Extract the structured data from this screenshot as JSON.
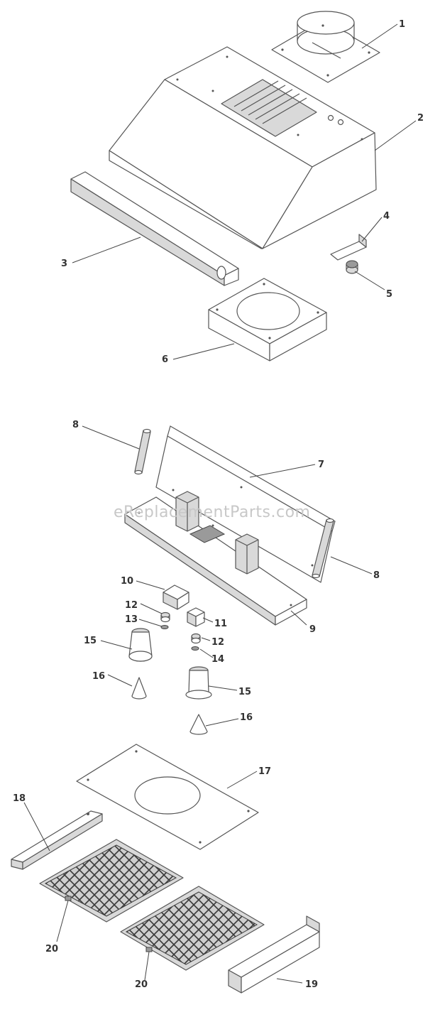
{
  "watermark": "eReplacementParts.com",
  "callouts": {
    "c1": "1",
    "c2": "2",
    "c3": "3",
    "c4": "4",
    "c5": "5",
    "c6": "6",
    "c7": "7",
    "c8a": "8",
    "c8b": "8",
    "c9": "9",
    "c10": "10",
    "c11": "11",
    "c12a": "12",
    "c12b": "12",
    "c13": "13",
    "c14": "14",
    "c15a": "15",
    "c15b": "15",
    "c16a": "16",
    "c16b": "16",
    "c17": "17",
    "c18": "18",
    "c19": "19",
    "c20a": "20",
    "c20b": "20"
  }
}
